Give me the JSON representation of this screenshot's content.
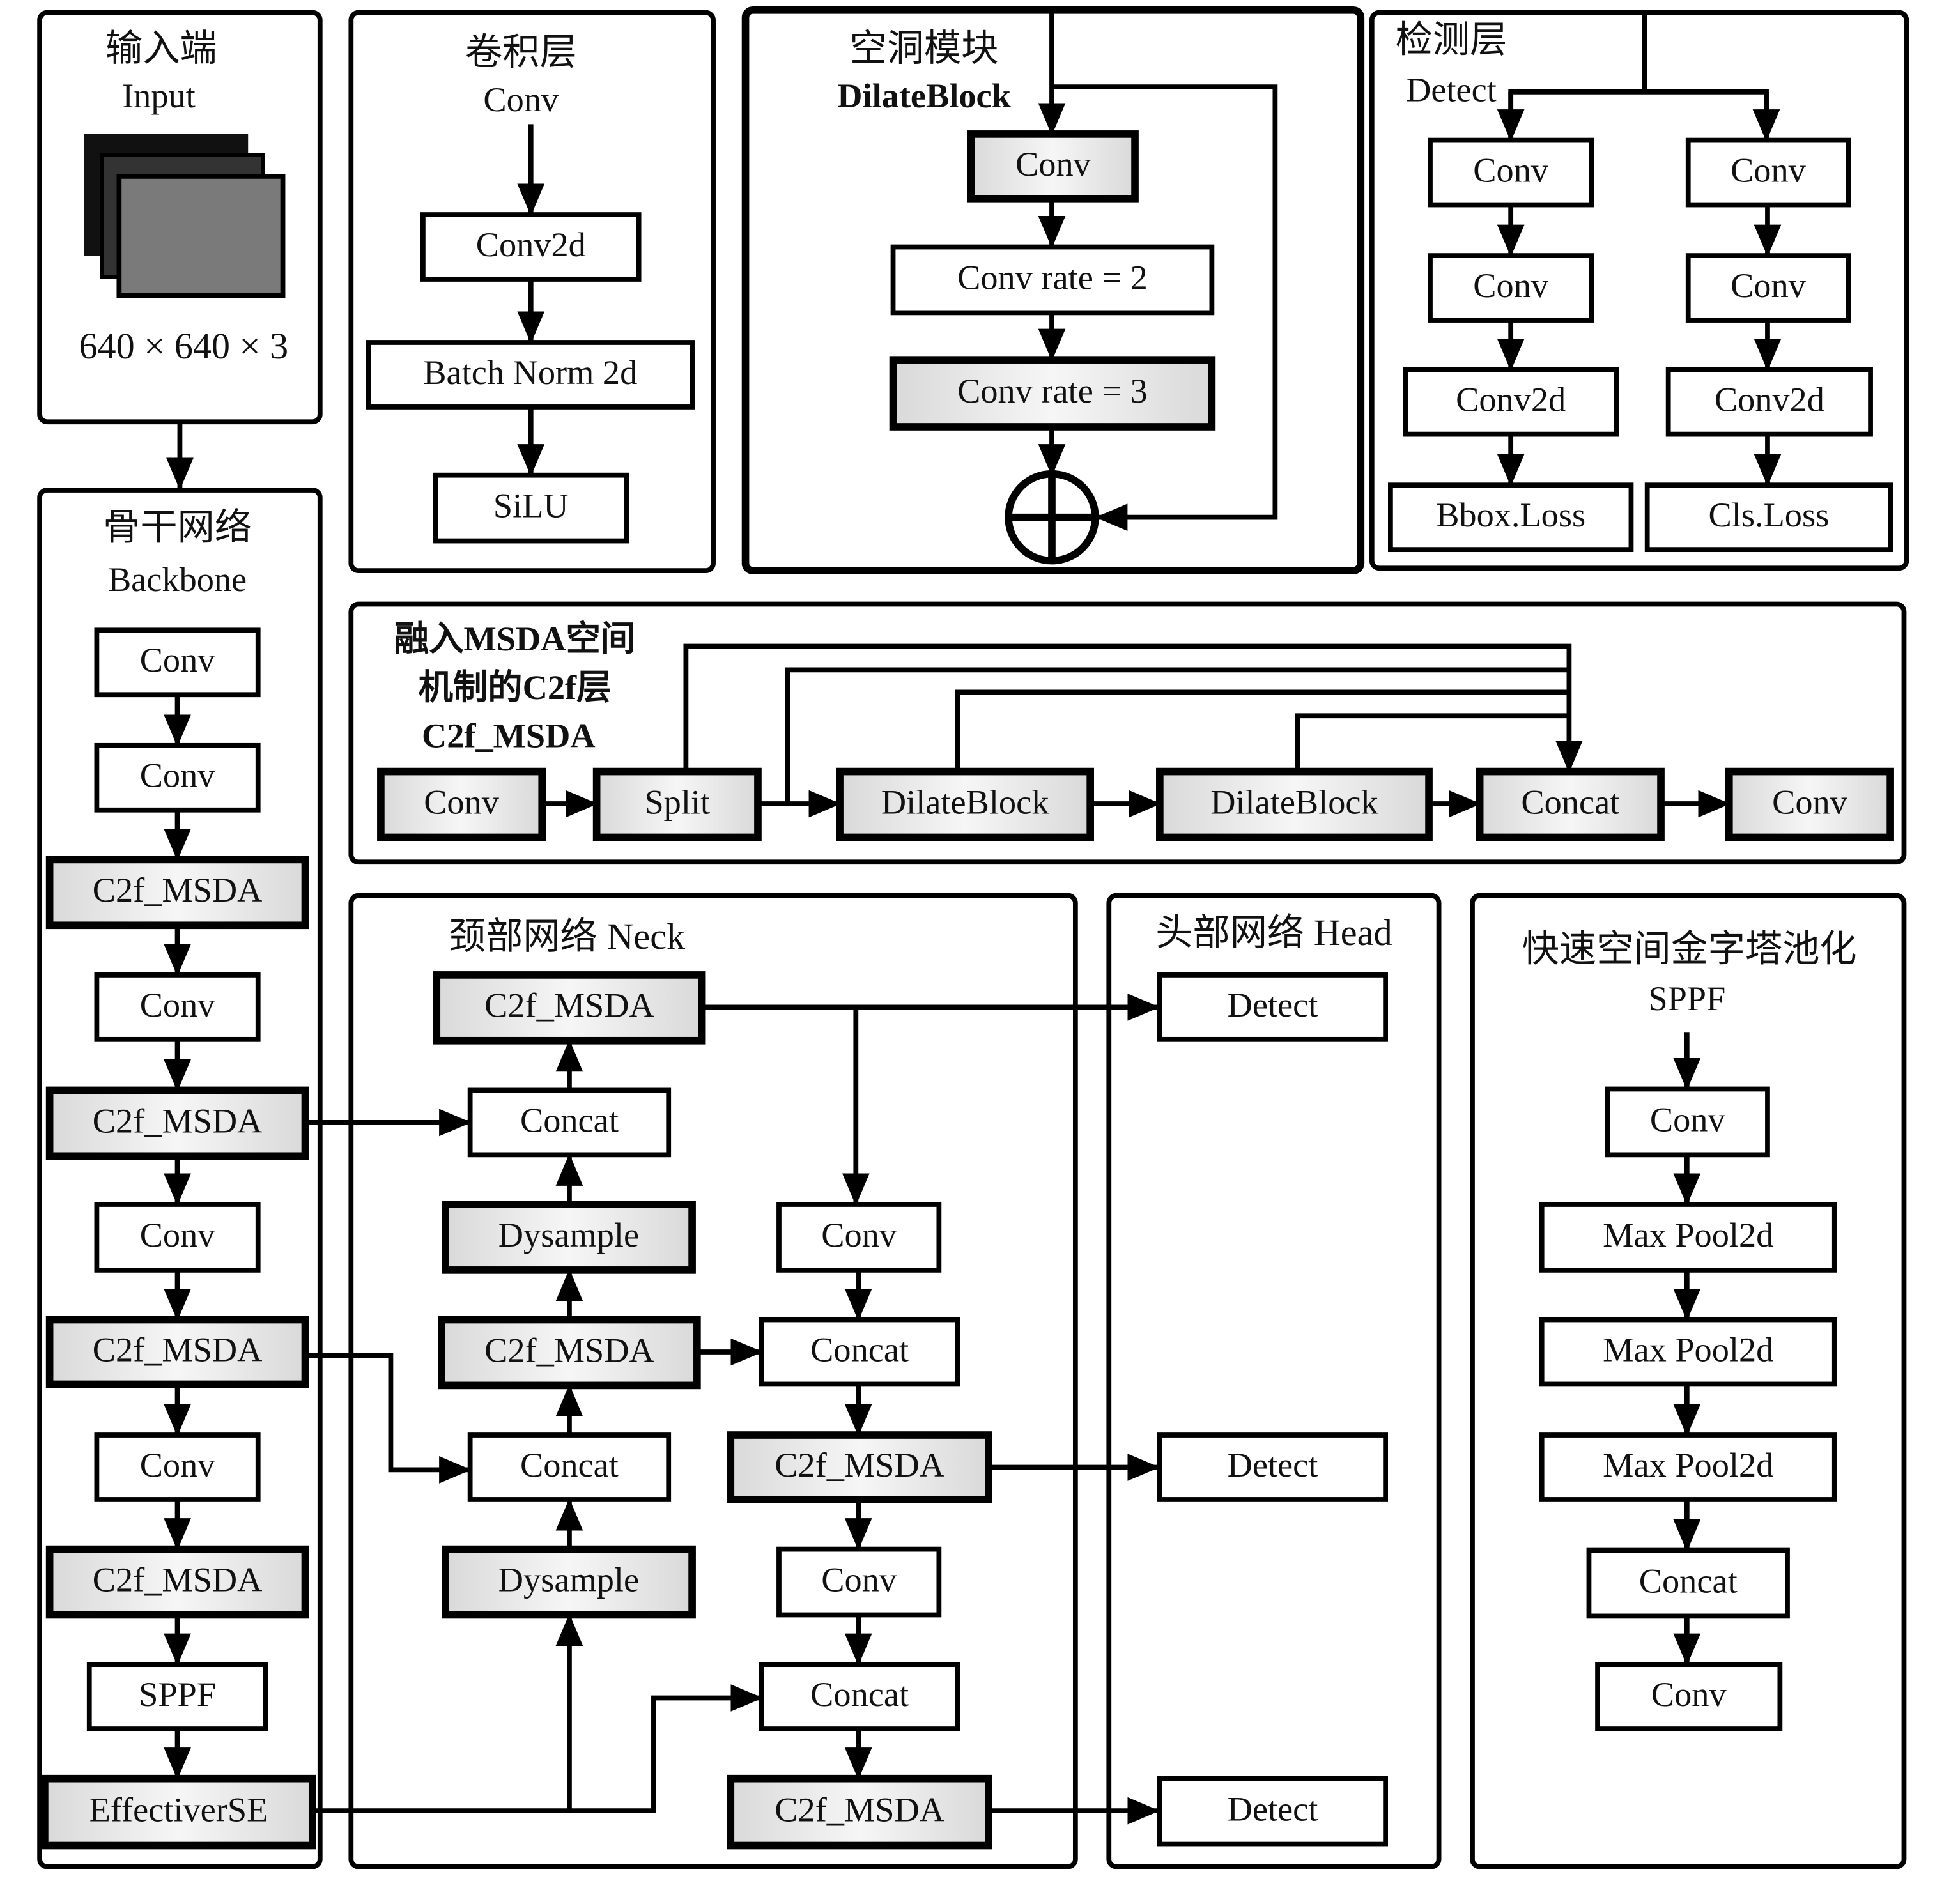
{
  "input": {
    "title_cn": "输入端",
    "title_en": "Input",
    "size": "640 × 640 × 3"
  },
  "conv_layer": {
    "title_cn": "卷积层",
    "title_en": "Conv",
    "boxes": [
      "Conv2d",
      "Batch Norm 2d",
      "SiLU"
    ]
  },
  "dilate_block": {
    "title_cn": "空洞模块",
    "title_en": "DilateBlock",
    "boxes": [
      "Conv",
      "Conv rate = 2",
      "Conv rate = 3"
    ]
  },
  "detect_layer": {
    "title_cn": "检测层",
    "title_en": "Detect",
    "left": [
      "Conv",
      "Conv",
      "Conv2d",
      "Bbox.Loss"
    ],
    "right": [
      "Conv",
      "Conv",
      "Conv2d",
      "Cls.Loss"
    ]
  },
  "c2f_msda": {
    "title_line1": "融入MSDA空间",
    "title_line2": "机制的C2f层",
    "title_line3": "C2f_MSDA",
    "boxes": [
      "Conv",
      "Split",
      "DilateBlock",
      "DilateBlock",
      "Concat",
      "Conv"
    ]
  },
  "backbone": {
    "title_cn": "骨干网络",
    "title_en": "Backbone",
    "boxes": [
      "Conv",
      "Conv",
      "C2f_MSDA",
      "Conv",
      "C2f_MSDA",
      "Conv",
      "C2f_MSDA",
      "Conv",
      "C2f_MSDA",
      "SPPF",
      "EffectiverSE"
    ]
  },
  "neck": {
    "title": "颈部网络 Neck",
    "left": [
      "C2f_MSDA",
      "Concat",
      "Dysample",
      "C2f_MSDA",
      "Concat",
      "Dysample"
    ],
    "right": [
      "Conv",
      "Concat",
      "C2f_MSDA",
      "Conv",
      "Concat",
      "C2f_MSDA"
    ]
  },
  "head": {
    "title": "头部网络 Head",
    "boxes": [
      "Detect",
      "Detect",
      "Detect"
    ]
  },
  "sppf": {
    "title_cn": "快速空间金字塔池化",
    "title_en": "SPPF",
    "boxes": [
      "Conv",
      "Max Pool2d",
      "Max Pool2d",
      "Max Pool2d",
      "Concat",
      "Conv"
    ]
  }
}
